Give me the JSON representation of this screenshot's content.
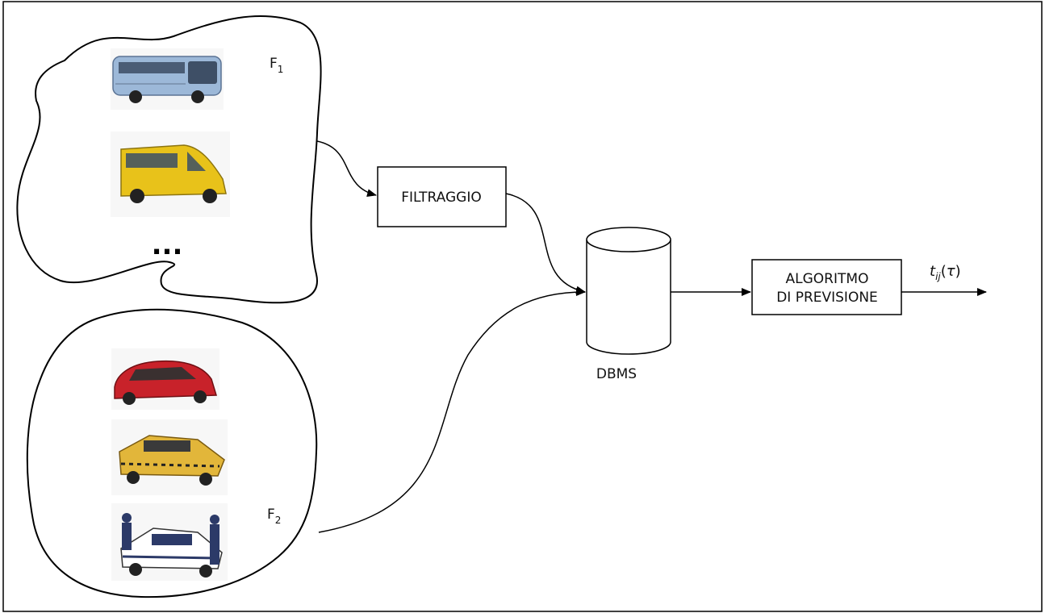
{
  "nodes": {
    "fleet1": {
      "label": "F",
      "subscript": "1",
      "ellipsis": "..."
    },
    "fleet2": {
      "label": "F",
      "subscript": "2"
    },
    "filter": {
      "label": "FILTRAGGIO"
    },
    "dbms": {
      "label": "DBMS"
    },
    "algorithm": {
      "line1": "ALGORITMO",
      "line2": "DI PREVISIONE"
    },
    "output": {
      "var": "t",
      "subscript": "ij",
      "arg_open": "(",
      "tau": "τ",
      "arg_close": ")"
    }
  },
  "vehicles": {
    "fleet1": [
      "bus",
      "school-minibus"
    ],
    "fleet2": [
      "car",
      "taxi",
      "police-car"
    ]
  },
  "edges": [
    {
      "from": "fleet1",
      "to": "filter"
    },
    {
      "from": "filter",
      "to": "dbms"
    },
    {
      "from": "fleet2",
      "to": "dbms"
    },
    {
      "from": "dbms",
      "to": "algorithm"
    },
    {
      "from": "algorithm",
      "to": "output"
    }
  ],
  "colors": {
    "stroke": "#000000",
    "bus": "#9cb8d8",
    "minibus": "#e8c21a",
    "car": "#c8222a",
    "taxi": "#e2b63a",
    "police": "#ffffff"
  }
}
